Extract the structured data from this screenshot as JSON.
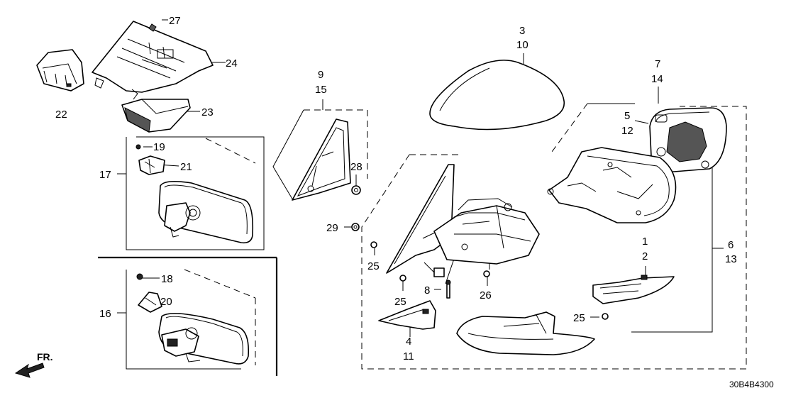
{
  "diagram": {
    "diagram_code": "30B4B4300",
    "direction_label": "FR.",
    "callouts": {
      "c1": "1",
      "c2": "2",
      "c3": "3",
      "c10": "10",
      "c4": "4",
      "c11": "11",
      "c5": "5",
      "c12": "12",
      "c6": "6",
      "c13": "13",
      "c7": "7",
      "c14": "14",
      "c8": "8",
      "c9": "9",
      "c15": "15",
      "c16": "16",
      "c17": "17",
      "c18": "18",
      "c19": "19",
      "c20": "20",
      "c21": "21",
      "c22": "22",
      "c23": "23",
      "c24": "24",
      "c25a": "25",
      "c25b": "25",
      "c25c": "25",
      "c26": "26",
      "c27": "27",
      "c28": "28",
      "c29": "29"
    }
  }
}
